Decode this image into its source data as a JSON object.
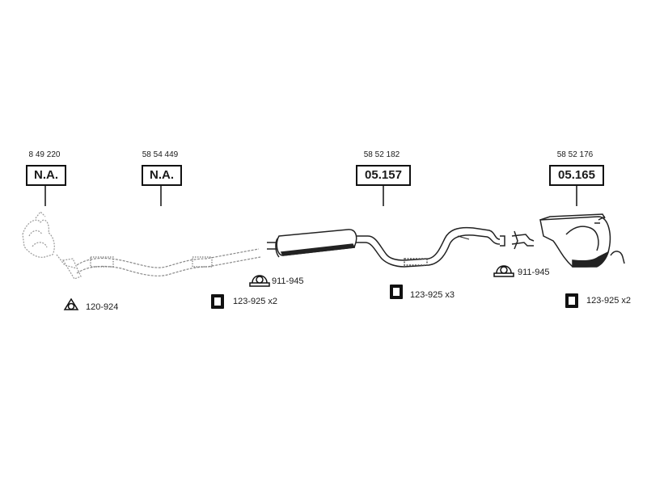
{
  "parts": [
    {
      "ref": "8 49 220",
      "code": "N.A."
    },
    {
      "ref": "58 54 449",
      "code": "N.A."
    },
    {
      "ref": "58 52 182",
      "code": "05.157"
    },
    {
      "ref": "58 52 176",
      "code": "05.165"
    }
  ],
  "accessories": [
    {
      "label": "120-924",
      "icon": "gasket-icon"
    },
    {
      "label": "123-925 x2",
      "icon": "rubber-mount-icon"
    },
    {
      "label": "911-945",
      "icon": "clamp-icon"
    },
    {
      "label": "123-925 x3",
      "icon": "rubber-mount-icon"
    },
    {
      "label": "911-945",
      "icon": "clamp-icon"
    },
    {
      "label": "123-925 x2",
      "icon": "rubber-mount-icon"
    }
  ]
}
